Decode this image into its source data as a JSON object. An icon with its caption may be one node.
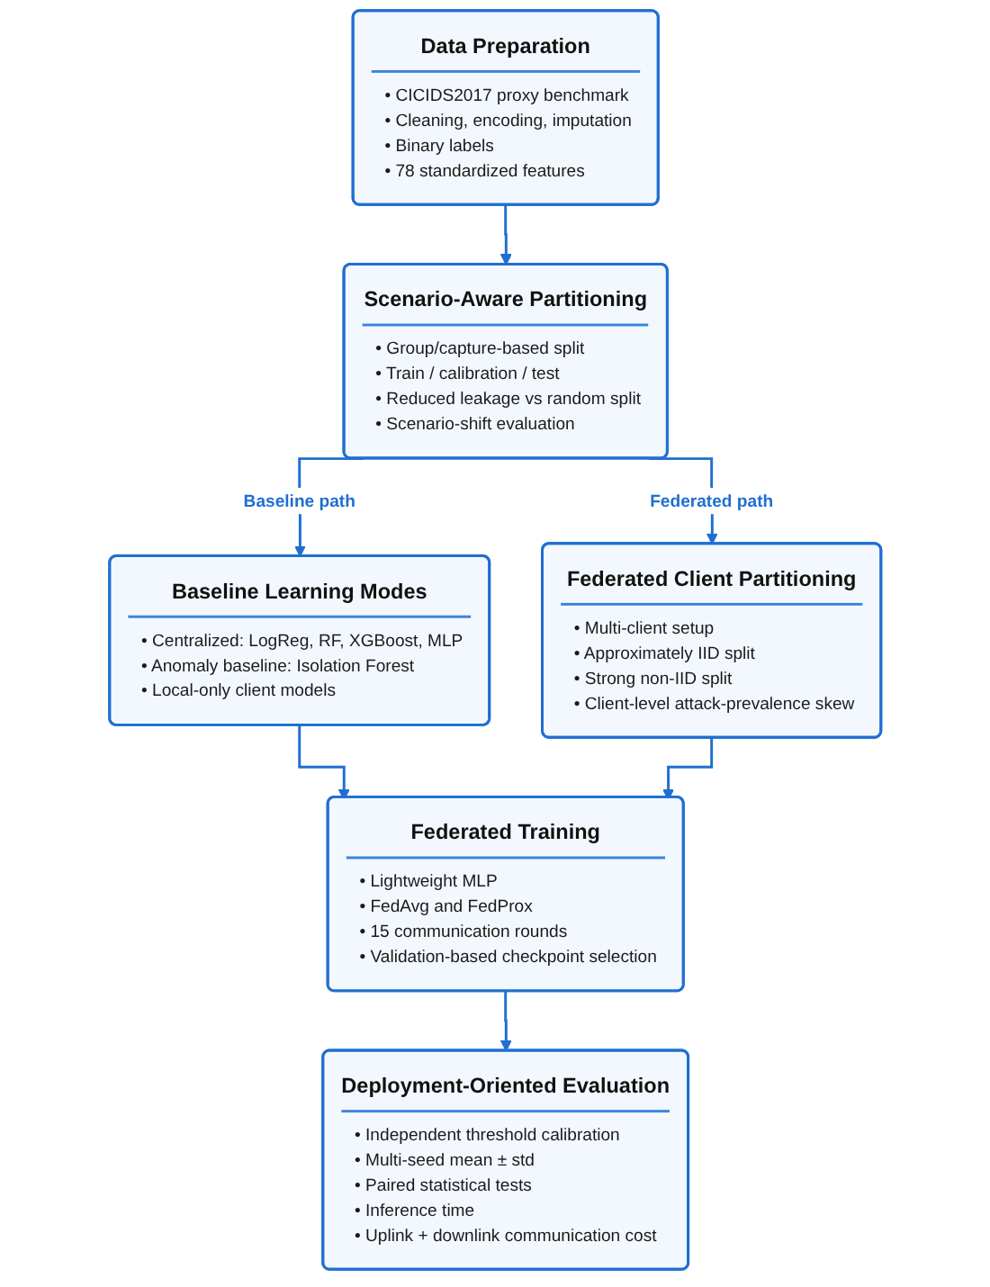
{
  "diagram": {
    "nodes": [
      {
        "text": [
          "Data Preparation",
          "• CICIDS2017 proxy benchmark",
          "• Cleaning, encoding, imputation",
          "• Binary labels",
          "• 78 standardized features"
        ]
      },
      {
        "text": [
          "Scenario-Aware Partitioning",
          "• Group/capture-based split",
          "• Train / calibration / test",
          "• Reduced leakage vs random split",
          "• Scenario-shift evaluation"
        ]
      },
      {
        "text": [
          "Baseline Learning Modes",
          "• Centralized: LogReg, RF, XGBoost, MLP",
          "• Anomaly baseline: Isolation Forest",
          "• Local-only client models"
        ]
      },
      {
        "text": [
          "Federated Client Partitioning",
          "• Multi-client setup",
          "• Approximately IID split",
          "• Strong non-IID split",
          "• Client-level attack-prevalence skew"
        ]
      },
      {
        "text": [
          "Federated Training",
          "• Lightweight MLP",
          "• FedAvg and FedProx",
          "• 15 communication rounds",
          "• Validation-based checkpoint selection"
        ]
      },
      {
        "text": [
          "Deployment-Oriented Evaluation",
          "• Independent threshold calibration",
          "• Multi-seed mean ± std",
          "• Paired statistical tests",
          "• Inference time",
          "• Uplink + downlink communication cost"
        ]
      }
    ],
    "edges": [
      {
        "from": 0,
        "to": 1,
        "arrow": "to"
      },
      {
        "from": 1,
        "to": 2,
        "arrow": "to",
        "label": "Baseline path"
      },
      {
        "from": 1,
        "to": 3,
        "arrow": "to",
        "label": "Federated path"
      },
      {
        "from": 2,
        "to": 4,
        "arrow": "to"
      },
      {
        "from": 3,
        "to": 4,
        "arrow": "to"
      },
      {
        "from": 4,
        "to": 5,
        "arrow": "to"
      }
    ]
  }
}
